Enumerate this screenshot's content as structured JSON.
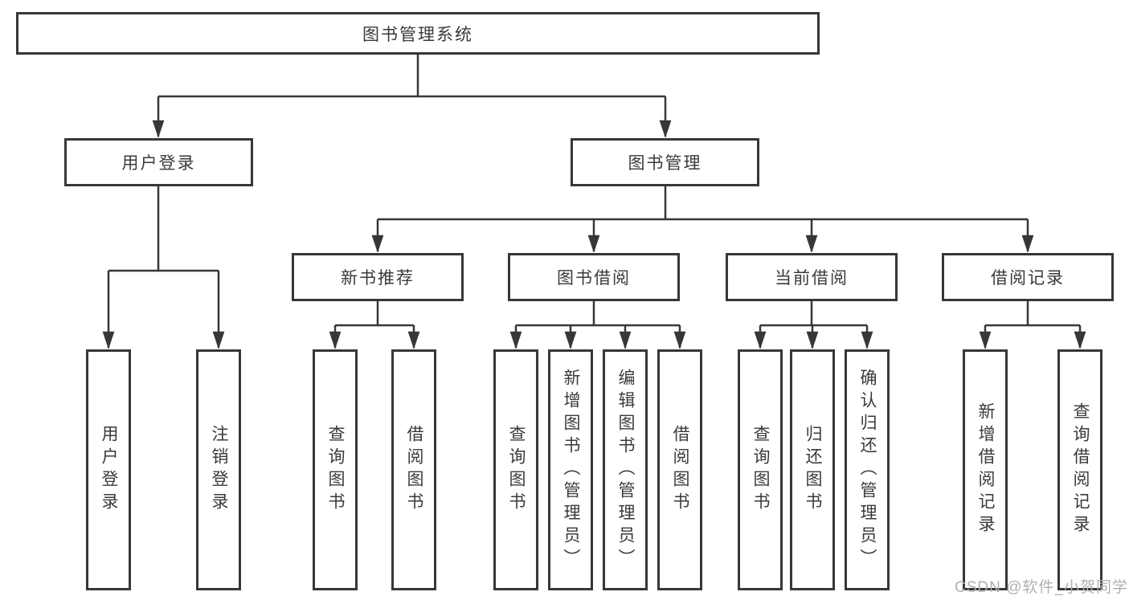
{
  "tree": {
    "root": {
      "label": "图书管理系统"
    },
    "branches": [
      {
        "label": "用户登录",
        "children": [
          {
            "label": "用户登录"
          },
          {
            "label": "注销登录"
          }
        ]
      },
      {
        "label": "图书管理",
        "children": [
          {
            "label": "新书推荐",
            "children": [
              {
                "label": "查询图书"
              },
              {
                "label": "借阅图书"
              }
            ]
          },
          {
            "label": "图书借阅",
            "children": [
              {
                "label": "查询图书"
              },
              {
                "label": "新增图书（管理员）"
              },
              {
                "label": "编辑图书（管理员）"
              },
              {
                "label": "借阅图书"
              }
            ]
          },
          {
            "label": "当前借阅",
            "children": [
              {
                "label": "查询图书"
              },
              {
                "label": "归还图书"
              },
              {
                "label": "确认归还（管理员）"
              }
            ]
          },
          {
            "label": "借阅记录",
            "children": [
              {
                "label": "新增借阅记录"
              },
              {
                "label": "查询借阅记录"
              }
            ]
          }
        ]
      }
    ]
  },
  "watermark": {
    "text": "CSDN @软件_小贺同学"
  },
  "colors": {
    "line": "#373737",
    "text": "#3a3a3a",
    "watermark": "#b0b0b0",
    "background": "#ffffff"
  }
}
